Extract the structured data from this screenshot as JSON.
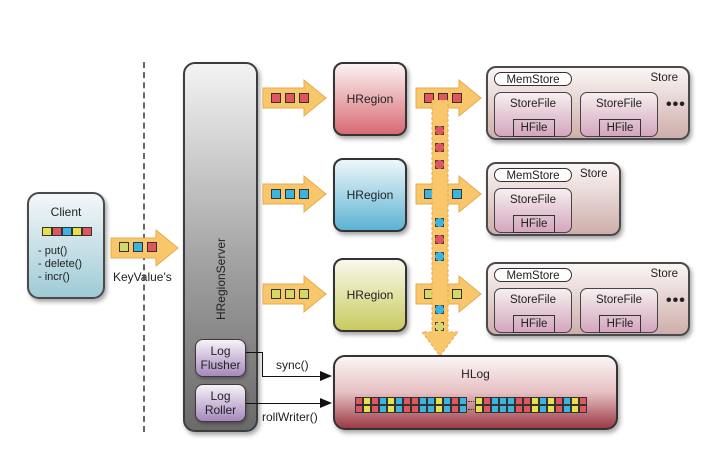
{
  "client": {
    "title": "Client",
    "kv_colors": [
      "y",
      "r",
      "b",
      "y",
      "r"
    ],
    "operations": [
      "- put()",
      "- delete()",
      "- incr()"
    ]
  },
  "client_arrow": {
    "squares": [
      "g",
      "b",
      "r"
    ],
    "label": "KeyValue's"
  },
  "server": {
    "title": "HRegionServer",
    "log_flusher": [
      "Log",
      "Flusher"
    ],
    "log_roller": [
      "Log",
      "Roller"
    ]
  },
  "regions": [
    {
      "label": "HRegion",
      "color": "red",
      "in_squares": [
        "r",
        "r",
        "r"
      ],
      "out_squares": [
        "r",
        "r",
        "r"
      ],
      "store": {
        "memstore": "MemStore",
        "label": "Store",
        "storefiles": [
          {
            "label": "StoreFile",
            "hfile": "HFile"
          },
          {
            "label": "StoreFile",
            "hfile": "HFile"
          }
        ],
        "more": "•••"
      }
    },
    {
      "label": "HRegion",
      "color": "blue",
      "in_squares": [
        "b",
        "b",
        "b"
      ],
      "out_squares": [
        "b",
        "b",
        "b"
      ],
      "store": {
        "memstore": "MemStore",
        "label": "Store",
        "storefiles": [
          {
            "label": "StoreFile",
            "hfile": "HFile"
          }
        ],
        "more": ""
      }
    },
    {
      "label": "HRegion",
      "color": "yel",
      "in_squares": [
        "g",
        "g",
        "g"
      ],
      "out_squares": [
        "g",
        "g",
        "g"
      ],
      "store": {
        "memstore": "MemStore",
        "label": "Store",
        "storefiles": [
          {
            "label": "StoreFile",
            "hfile": "HFile"
          },
          {
            "label": "StoreFile",
            "hfile": "HFile"
          }
        ],
        "more": "•••"
      }
    }
  ],
  "wal_stream": [
    "r",
    "r",
    "r",
    "b",
    "r",
    "b",
    "b",
    "g"
  ],
  "connectors": {
    "sync": "sync()",
    "roll": "rollWriter()"
  },
  "hlog": {
    "title": "HLog",
    "cells_left": [
      [
        "r",
        "r"
      ],
      [
        "y",
        "y"
      ],
      [
        "r",
        "r"
      ],
      [
        "b",
        "b"
      ],
      [
        "y",
        "y"
      ],
      [
        "b",
        "b"
      ],
      [
        "r",
        "r"
      ],
      [
        "r",
        "r"
      ],
      [
        "b",
        "b"
      ],
      [
        "b",
        "b"
      ],
      [
        "y",
        "y"
      ],
      [
        "b",
        "b"
      ],
      [
        "r",
        "r"
      ],
      [
        "b",
        "b"
      ]
    ],
    "cells_right": [
      [
        "y",
        "y"
      ],
      [
        "r",
        "r"
      ],
      [
        "b",
        "b"
      ],
      [
        "b",
        "b"
      ],
      [
        "b",
        "b"
      ],
      [
        "r",
        "r"
      ],
      [
        "r",
        "r"
      ],
      [
        "y",
        "y"
      ],
      [
        "b",
        "b"
      ],
      [
        "y",
        "y"
      ],
      [
        "r",
        "r"
      ],
      [
        "b",
        "b"
      ],
      [
        "y",
        "y"
      ],
      [
        "r",
        "r"
      ]
    ]
  },
  "colors": {
    "r": "#e0565e",
    "b": "#3cb4e0",
    "y": "#e6e04a",
    "g": "#d4d86a",
    "arrow": "#f9c76b"
  }
}
